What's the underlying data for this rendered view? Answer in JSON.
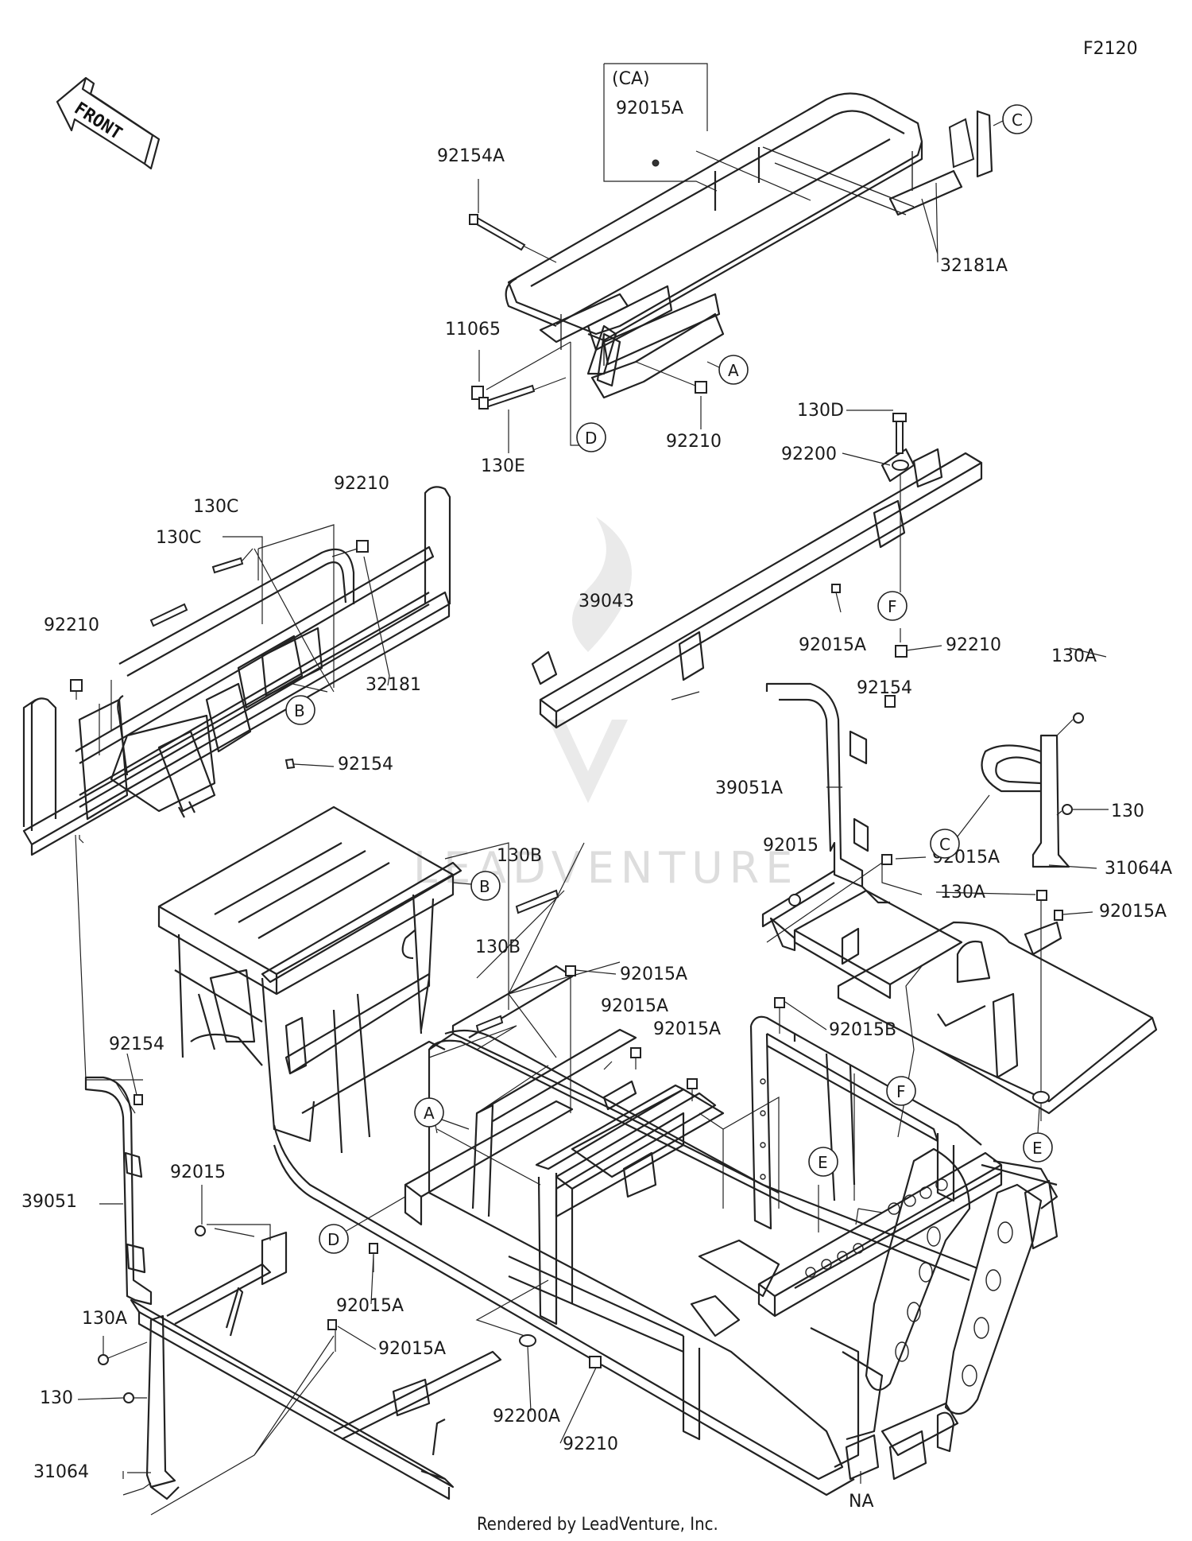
{
  "figure_id": "F2120",
  "footer": "Rendered by LeadVenture, Inc.",
  "watermark_text": "LEADVENTURE",
  "front_arrow": "FRONT",
  "bracket_group": {
    "code": "(CA)",
    "part": "92015A"
  },
  "part_labels": {
    "p92154A": "92154A",
    "p32181A": "32181A",
    "p11065": "11065",
    "p130E": "130E",
    "p92210_top": "92210",
    "p130D": "130D",
    "p92200": "92200",
    "p130C_a": "130C",
    "p130C_b": "130C",
    "p92210_left": "92210",
    "p92210_mid": "92210",
    "p32181": "32181",
    "p39043": "39043",
    "p92015A_beam": "92015A",
    "p92210_beam": "92210",
    "p92154_center": "92154",
    "p92154_right": "92154",
    "p130A_right": "130A",
    "p39051A": "39051A",
    "p130_right": "130",
    "p92015_right": "92015",
    "p92015A_r1": "92015A",
    "p31064A": "31064A",
    "p130B_a": "130B",
    "p130A_r2": "130A",
    "p92015A_r2": "92015A",
    "p130B_b": "130B",
    "p92015A_c1": "92015A",
    "p92015A_c2": "92015A",
    "p92015A_c3": "92015A",
    "p92015B": "92015B",
    "p92154_left": "92154",
    "p92015_left": "92015",
    "p39051": "39051",
    "p92015A_bot": "92015A",
    "p92015A_bot2": "92015A",
    "p130A_left": "130A",
    "p130_left": "130",
    "p31064": "31064",
    "p92200A": "92200A",
    "p92210_bot": "92210",
    "pNA": "NA"
  },
  "callouts": {
    "A_top": "A",
    "C_top": "C",
    "D_top": "D",
    "F_top": "F",
    "B_mid": "B",
    "B_frame": "B",
    "C_right": "C",
    "E_right": "E",
    "A_frame": "A",
    "D_frame": "D",
    "E_frame": "E",
    "F_frame": "F"
  }
}
